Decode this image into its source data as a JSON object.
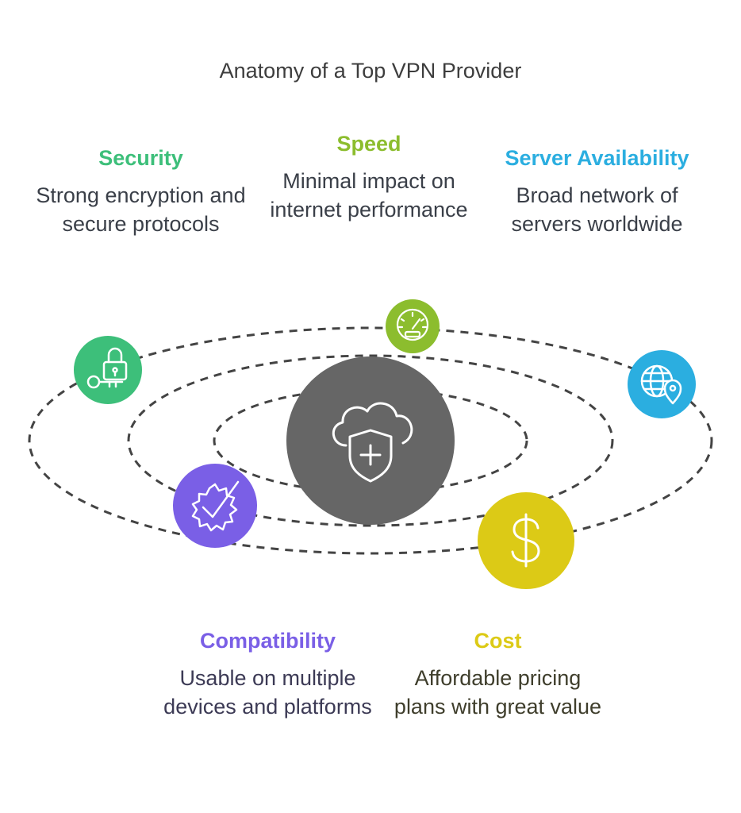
{
  "title": "Anatomy of a Top VPN Provider",
  "colors": {
    "security": "#3dbf7a",
    "speed": "#8cbd2e",
    "server": "#2baee0",
    "compatibility": "#7a5fe6",
    "cost": "#dcca16",
    "center": "#666666",
    "orbit": "#444444"
  },
  "center": {
    "icon": "cloud-shield-plus-icon"
  },
  "features": {
    "security": {
      "title": "Security",
      "description": "Strong encryption and secure protocols",
      "icon": "padlock-key-icon"
    },
    "speed": {
      "title": "Speed",
      "description": "Minimal impact on internet performance",
      "icon": "speedometer-icon"
    },
    "server": {
      "title": "Server Availability",
      "description": "Broad network of servers worldwide",
      "icon": "globe-location-pin-icon"
    },
    "compatibility": {
      "title": "Compatibility",
      "description": "Usable on multiple devices and platforms",
      "icon": "gear-checkmark-icon"
    },
    "cost": {
      "title": "Cost",
      "description": "Affordable pricing plans with great value",
      "icon": "dollar-sign-icon"
    }
  }
}
